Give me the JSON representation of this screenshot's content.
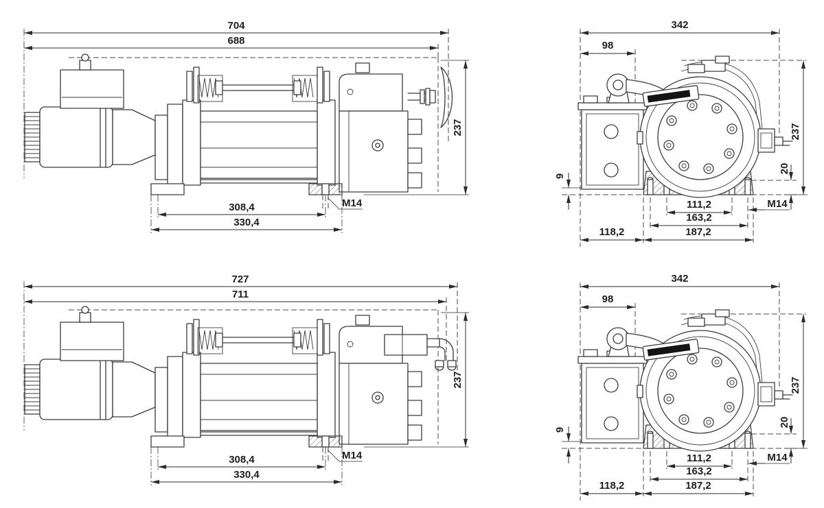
{
  "colors": {
    "line": "#3a3a3a",
    "dimension_text": "#1e1e1e",
    "background": "#ffffff",
    "nameplate": "#141414"
  },
  "views": {
    "side_manual": {
      "overall": "704",
      "body": "688",
      "height": "237",
      "mount_inner": "308,4",
      "mount_outer": "330,4",
      "thread": "M14"
    },
    "side_air": {
      "overall": "727",
      "body": "711",
      "height": "237",
      "mount_inner": "308,4",
      "mount_outer": "330,4",
      "thread": "M14"
    },
    "end_top": {
      "width": "342",
      "motor": "98",
      "height": "237",
      "step": "20",
      "gap": "9",
      "holes_inner": "111,2",
      "holes_mid": "163,2",
      "feet_span": "187,2",
      "left_span": "118,2",
      "thread": "M14"
    },
    "end_bottom": {
      "width": "342",
      "motor": "98",
      "height": "237",
      "step": "20",
      "gap": "9",
      "holes_inner": "111,2",
      "holes_mid": "163,2",
      "feet_span": "187,2",
      "left_span": "118,2",
      "thread": "M14"
    }
  }
}
